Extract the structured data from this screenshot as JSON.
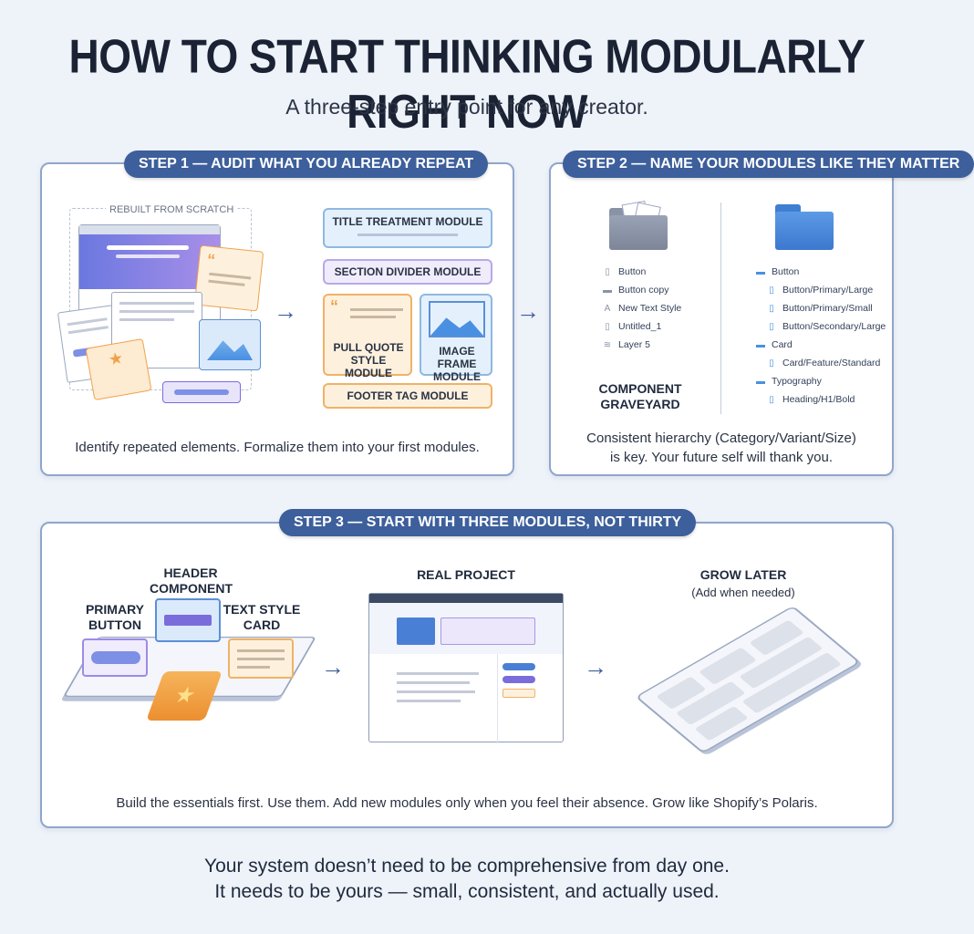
{
  "header": {
    "title": "HOW TO START THINKING MODULARLY RIGHT NOW",
    "subtitle": "A three-step entry point for any creator."
  },
  "step1": {
    "pill": "STEP 1 — AUDIT WHAT YOU ALREADY REPEAT",
    "scratch_label": "REBUILT FROM SCRATCH",
    "modules": {
      "title_treatment": "TITLE TREATMENT MODULE",
      "section_divider": "SECTION DIVIDER MODULE",
      "pull_quote": "PULL QUOTE STYLE MODULE",
      "image_frame": "IMAGE FRAME MODULE",
      "footer_tag": "FOOTER TAG MODULE"
    },
    "caption": "Identify repeated elements. Formalize them into your first modules."
  },
  "step2": {
    "pill": "STEP 2 — NAME YOUR MODULES LIKE THEY MATTER",
    "graveyard_items": [
      "Button",
      "Button copy",
      "New Text Style",
      "Untitled_1",
      "Layer 5"
    ],
    "graveyard_label": "COMPONENT GRAVEYARD",
    "tree": [
      {
        "label": "Button",
        "level": 0,
        "folder": true
      },
      {
        "label": "Button/Primary/Large",
        "level": 1,
        "folder": false
      },
      {
        "label": "Button/Primary/Small",
        "level": 1,
        "folder": false
      },
      {
        "label": "Button/Secondary/Large",
        "level": 1,
        "folder": false
      },
      {
        "label": "Card",
        "level": 0,
        "folder": true
      },
      {
        "label": "Card/Feature/Standard",
        "level": 1,
        "folder": false
      },
      {
        "label": "Typography",
        "level": 0,
        "folder": true
      },
      {
        "label": "Heading/H1/Bold",
        "level": 1,
        "folder": false
      }
    ],
    "caption_line1": "Consistent hierarchy (Category/Variant/Size)",
    "caption_line2": "is key. Your future self will thank you."
  },
  "step3": {
    "pill": "STEP 3 — START WITH THREE MODULES, NOT THIRTY",
    "primary_button": "PRIMARY BUTTON",
    "header_component": "HEADER COMPONENT",
    "text_style_card": "TEXT STYLE CARD",
    "real_project": "REAL PROJECT",
    "grow_later": "GROW LATER",
    "grow_later_sub": "(Add when needed)",
    "caption": "Build the essentials first. Use them. Add new modules only when you feel their absence. Grow like Shopify’s Polaris."
  },
  "footer": {
    "line1": "Your system doesn’t need to be comprehensive from day one.",
    "line2": "It needs to be yours — small, consistent, and actually used."
  },
  "icons": {
    "arrow": "right-arrow-icon",
    "folder_messy": "gray-folder-icon",
    "folder_tidy": "blue-folder-icon",
    "star": "star-icon",
    "image": "image-icon",
    "quote": "quote-icon"
  },
  "colors": {
    "pill": "#3d5f9b",
    "panel_border": "#8fa6c9",
    "accent_blue": "#4a90e2",
    "accent_purple": "#7b6cdb",
    "accent_orange": "#f0a14a"
  }
}
